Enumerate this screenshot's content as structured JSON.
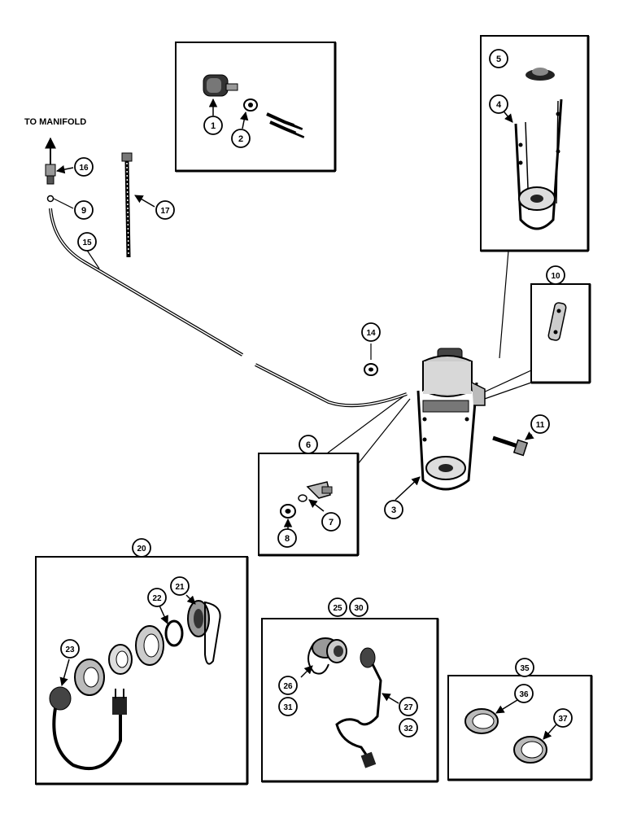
{
  "diagram": {
    "manifold_label": "TO MANIFOLD",
    "callouts": {
      "c1": "1",
      "c2": "2",
      "c3": "3",
      "c4": "4",
      "c5": "5",
      "c6": "6",
      "c7": "7",
      "c8": "8",
      "c9": "9",
      "c10": "10",
      "c11": "11",
      "c14": "14",
      "c15": "15",
      "c16": "16",
      "c17": "17",
      "c20": "20",
      "c21": "21",
      "c22": "22",
      "c23": "23",
      "c25": "25",
      "c30": "30",
      "c26": "26",
      "c31": "31",
      "c27": "27",
      "c32": "32",
      "c35": "35",
      "c36": "36",
      "c37": "37"
    }
  }
}
